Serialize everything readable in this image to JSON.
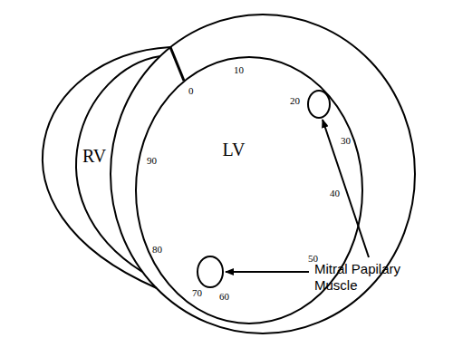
{
  "diagram": {
    "nodes": [
      {
        "text": [
          "RV"
        ]
      },
      {
        "text": [
          "LV"
        ]
      }
    ],
    "labels": [
      "0",
      "10",
      "20",
      "30",
      "40",
      "50",
      "60",
      "70",
      "80",
      "90",
      "Mitral Papilary Muscle"
    ]
  }
}
